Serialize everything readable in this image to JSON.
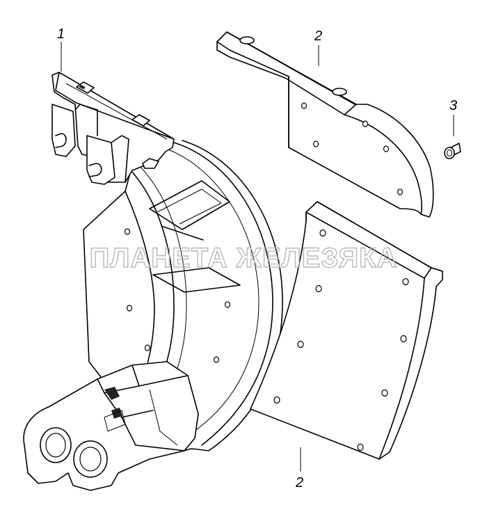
{
  "callouts": {
    "shoe": "1",
    "lining_upper": "2",
    "rivet": "3",
    "lining_lower": "2"
  },
  "watermark": "ПЛАНЕТА ЖЕЛЕЗЯКА",
  "colors": {
    "line": "#000000",
    "watermark": "#b8b8b8",
    "background": "#ffffff"
  }
}
